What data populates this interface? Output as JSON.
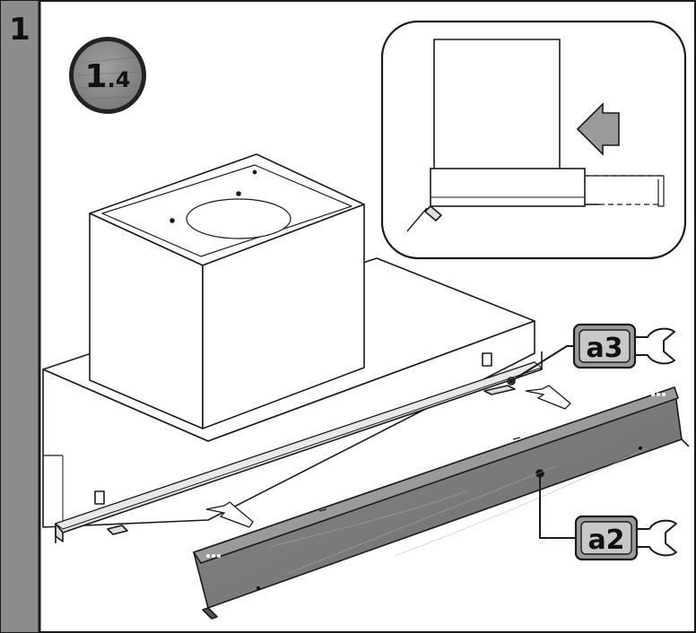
{
  "step": {
    "number": "1",
    "sub_main": "1",
    "sub_minor": ".4"
  },
  "callouts": [
    {
      "label": "a3"
    },
    {
      "label": "a2"
    }
  ],
  "colors": {
    "side_bar": "#8c8c8c",
    "badge_fill": "#8e8e8e",
    "panel_fill": "#7d7d7d",
    "line": "#1a1a1a",
    "callout_fill": "#c8c8c8"
  },
  "icons": [
    "wrench-icon",
    "arrow-icon"
  ]
}
